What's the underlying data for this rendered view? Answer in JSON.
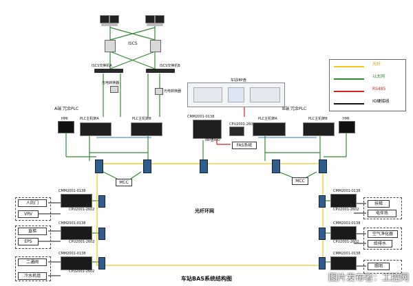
{
  "diagram": {
    "title": "车站BAS系统结构图",
    "watermark": "图片发布者：工控网",
    "iscs_label": "ISCS",
    "iscs_switch_a": "ISCS交换机A",
    "iscs_switch_b": "ISCS交换机B",
    "conv_a": "光电转换器",
    "conv_b": "光电转换器",
    "a_plc_label": "A端 冗余PLC",
    "b_plc_label": "B端 冗余PLC",
    "hmi_left": "HMI",
    "hmi_right": "HMI",
    "plc_a_left": "PLC主机架A",
    "plc_b_left": "PLC主机架B",
    "plc_a_right": "PLC主机架A",
    "plc_b_right": "PLC主机架B",
    "ibp_label": "IBP盘RIO",
    "ibp_model": "CMM2001-0138",
    "ibp_cpu": "CPU2001-2602",
    "fas_label": "FAS系统",
    "ibp_station": "车站IBP盘",
    "mcc_left": "MCC",
    "mcc_right": "MCC",
    "ring_label": "光纤环网",
    "left_units": [
      {
        "model": "CMM2001-0138",
        "cpu": "CPU2001-2602",
        "dev1": "人防门",
        "dev2": "VRV"
      },
      {
        "model": "CMM2001-0138",
        "cpu": "CPU2001-2602",
        "dev1": "直梯",
        "dev2": "EPS"
      },
      {
        "model": "CMM2001-0138",
        "cpu": "CPU2001-2602",
        "dev1": "二通阀",
        "dev2": "冷水机组"
      }
    ],
    "right_units": [
      {
        "model": "CMM2001-0138",
        "cpu": "CPU2001-2602",
        "dev1": "扶梯",
        "dev2": "电伴热"
      },
      {
        "model": "CMM2001-0138",
        "cpu": "CPU2001-2602",
        "dev1": "空气净化器",
        "dev2": "给排水"
      },
      {
        "model": "CMM2001-0138",
        "cpu": "CPU2001-2602",
        "dev1": "照明",
        "dev2": ""
      }
    ]
  },
  "legend": [
    {
      "label": "光纤",
      "color": "#f5c518"
    },
    {
      "label": "以太网",
      "color": "#2e8b2e"
    },
    {
      "label": "RS485",
      "color": "#d62020"
    },
    {
      "label": "IO硬接线",
      "color": "#111111"
    }
  ],
  "colors": {
    "fiber": "#f5c518",
    "ethernet": "#2e8b2e",
    "rs485": "#d62020",
    "io": "#111111",
    "switch": "#2f5d8c",
    "rack": "#1a1a1a"
  }
}
